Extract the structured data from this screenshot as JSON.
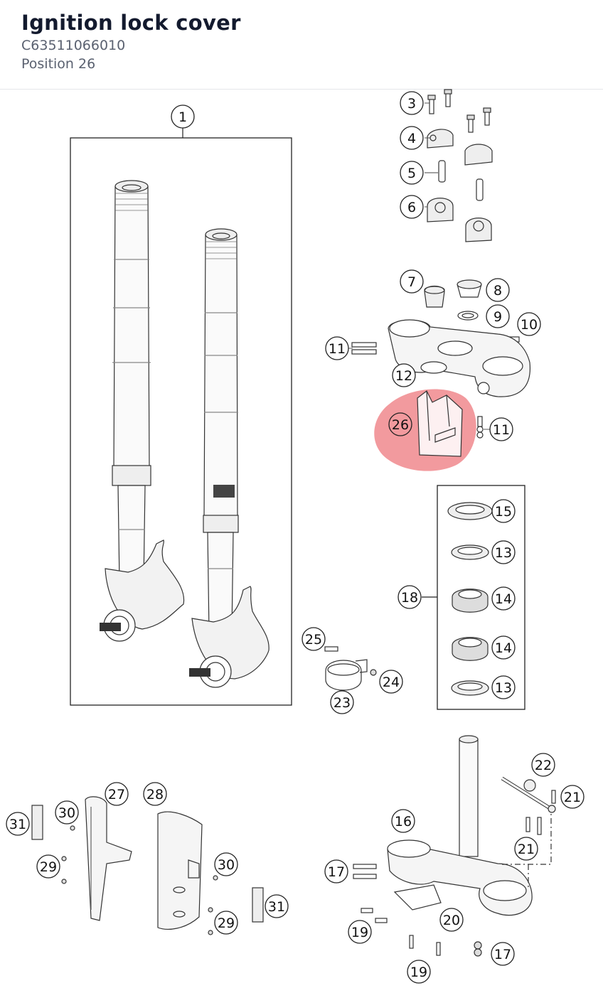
{
  "header": {
    "title": "Ignition lock cover",
    "part_number": "C63511066010",
    "position": "Position 26"
  },
  "diagram": {
    "highlight_color": "#e8474f",
    "highlighted_callout": "26",
    "callouts": [
      {
        "id": "c1",
        "label": "1"
      },
      {
        "id": "c3",
        "label": "3"
      },
      {
        "id": "c4",
        "label": "4"
      },
      {
        "id": "c5",
        "label": "5"
      },
      {
        "id": "c6",
        "label": "6"
      },
      {
        "id": "c7",
        "label": "7"
      },
      {
        "id": "c8",
        "label": "8"
      },
      {
        "id": "c9",
        "label": "9"
      },
      {
        "id": "c10",
        "label": "10"
      },
      {
        "id": "c11a",
        "label": "11"
      },
      {
        "id": "c12",
        "label": "12"
      },
      {
        "id": "c26",
        "label": "26"
      },
      {
        "id": "c11b",
        "label": "11"
      },
      {
        "id": "c15",
        "label": "15"
      },
      {
        "id": "c13a",
        "label": "13"
      },
      {
        "id": "c18",
        "label": "18"
      },
      {
        "id": "c14a",
        "label": "14"
      },
      {
        "id": "c25",
        "label": "25"
      },
      {
        "id": "c14b",
        "label": "14"
      },
      {
        "id": "c24",
        "label": "24"
      },
      {
        "id": "c13b",
        "label": "13"
      },
      {
        "id": "c23",
        "label": "23"
      },
      {
        "id": "c22",
        "label": "22"
      },
      {
        "id": "c27",
        "label": "27"
      },
      {
        "id": "c28",
        "label": "28"
      },
      {
        "id": "c21a",
        "label": "21"
      },
      {
        "id": "c30a",
        "label": "30"
      },
      {
        "id": "c31a",
        "label": "31"
      },
      {
        "id": "c16",
        "label": "16"
      },
      {
        "id": "c21b",
        "label": "21"
      },
      {
        "id": "c29a",
        "label": "29"
      },
      {
        "id": "c30b",
        "label": "30"
      },
      {
        "id": "c17a",
        "label": "17"
      },
      {
        "id": "c31b",
        "label": "31"
      },
      {
        "id": "c29b",
        "label": "29"
      },
      {
        "id": "c20",
        "label": "20"
      },
      {
        "id": "c19a",
        "label": "19"
      },
      {
        "id": "c17b",
        "label": "17"
      },
      {
        "id": "c19b",
        "label": "19"
      }
    ]
  }
}
